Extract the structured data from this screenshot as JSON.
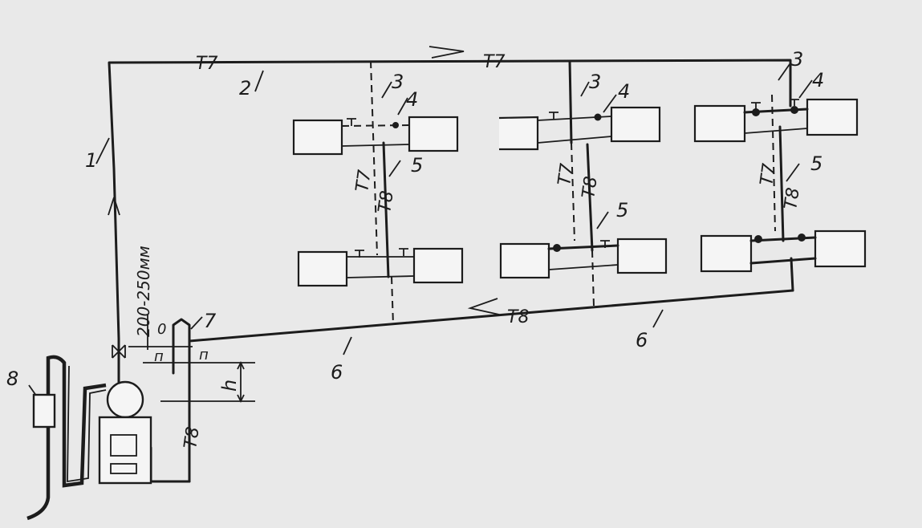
{
  "pipe_labels": {
    "supply": "Т7",
    "return": "Т8"
  },
  "callouts": {
    "riser": "1",
    "supply_main": "2",
    "supply_riser": "3",
    "valve": "4",
    "return_riser": "5",
    "return_main": "6",
    "loop": "7",
    "expansion_vessel": "8"
  },
  "dimensions": {
    "riser_height": "200-250мм",
    "height_h": "h",
    "slope": "п",
    "zero": "0"
  }
}
